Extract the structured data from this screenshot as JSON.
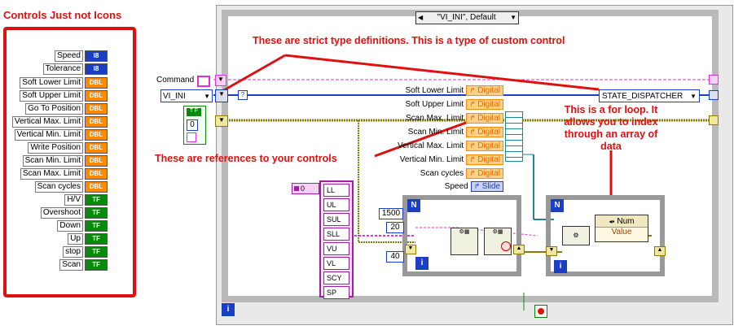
{
  "panel": {
    "title": "Controls Just not Icons",
    "controls": [
      {
        "label": "Speed",
        "type": "I8"
      },
      {
        "label": "Tolerance",
        "type": "I8"
      },
      {
        "label": "Soft Lower Limit",
        "type": "DBL"
      },
      {
        "label": "Soft Upper Limit",
        "type": "DBL"
      },
      {
        "label": "Go To Position",
        "type": "DBL"
      },
      {
        "label": "Vertical Max. Limit",
        "type": "DBL"
      },
      {
        "label": "Vertical Min. Limit",
        "type": "DBL"
      },
      {
        "label": "Write Position",
        "type": "DBL"
      },
      {
        "label": "Scan Min. Limit",
        "type": "DBL"
      },
      {
        "label": "Scan Max. Limit",
        "type": "DBL"
      },
      {
        "label": "Scan cycles",
        "type": "DBL"
      },
      {
        "label": "H/V",
        "type": "TF"
      },
      {
        "label": "Overshoot",
        "type": "TF"
      },
      {
        "label": "Down",
        "type": "TF"
      },
      {
        "label": "Up",
        "type": "TF"
      },
      {
        "label": "stop",
        "type": "TF"
      },
      {
        "label": "Scan",
        "type": "TF"
      }
    ]
  },
  "diagram": {
    "case_selector": "\"VI_INI\", Default",
    "command_label": "Command",
    "command_value": "VI_INI",
    "state_dispatcher": "STATE_DISPATCHER",
    "enum_value": "0",
    "type_defs": [
      {
        "label": "Soft Lower Limit",
        "value": "Digital"
      },
      {
        "label": "Soft Upper Limit",
        "value": "Digital"
      },
      {
        "label": "Scan Max. Limit",
        "value": "Digital"
      },
      {
        "label": "Scan Min. Limit",
        "value": "Digital"
      },
      {
        "label": "Vertical Max. Limit",
        "value": "Digital"
      },
      {
        "label": "Vertical Min. Limit",
        "value": "Digital"
      },
      {
        "label": "Scan cycles",
        "value": "Digital"
      },
      {
        "label": "Speed",
        "value": "Slide"
      }
    ],
    "bundle_items": [
      "LL",
      "UL",
      "SUL",
      "SLL",
      "VU",
      "VL",
      "SCY",
      "SP"
    ],
    "bundle_index": "0",
    "const_1500": "1500",
    "const_20": "20",
    "const_40": "40",
    "property_num": "Num",
    "property_value": "Value",
    "n_label": "N",
    "i_label": "i"
  },
  "annotations": {
    "strict_type": "These are strict type definitions. This is a type of custom control",
    "references": "These are references to your controls",
    "for_loop": "This is a for loop. It allows you to index through an array of data"
  }
}
